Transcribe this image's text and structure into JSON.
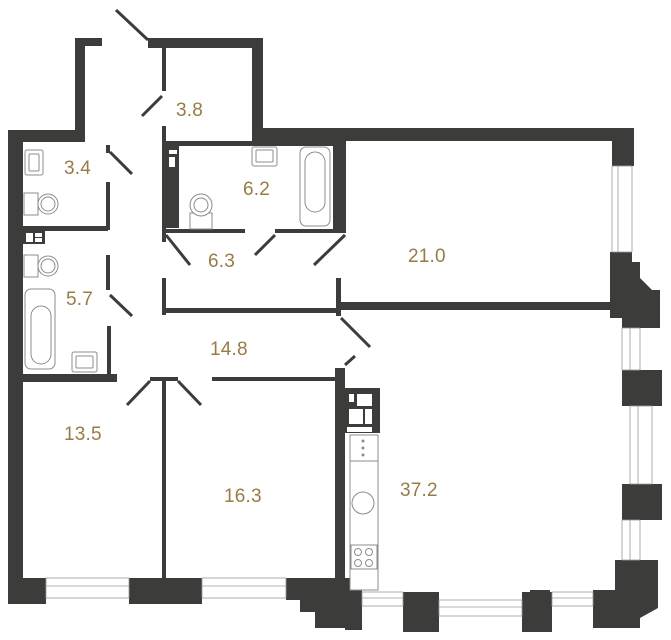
{
  "floor_plan": {
    "type": "apartment-floor-plan",
    "colors": {
      "wall": "#3c3c3b",
      "label": "#9a7b45",
      "background": "#ffffff"
    },
    "rooms": [
      {
        "id": "storage",
        "area": "3.8"
      },
      {
        "id": "wc",
        "area": "3.4"
      },
      {
        "id": "bathroom-main",
        "area": "6.2"
      },
      {
        "id": "corridor",
        "area": "6.3"
      },
      {
        "id": "bathroom-second",
        "area": "5.7"
      },
      {
        "id": "bedroom-large",
        "area": "21.0"
      },
      {
        "id": "hall",
        "area": "14.8"
      },
      {
        "id": "bedroom-left",
        "area": "13.5"
      },
      {
        "id": "bedroom-middle",
        "area": "16.3"
      },
      {
        "id": "kitchen-living",
        "area": "37.2"
      }
    ]
  }
}
